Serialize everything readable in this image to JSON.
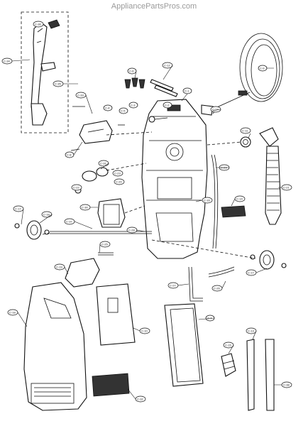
{
  "watermark": "AppliancePartsPros.com",
  "labels": {
    "c35": "C-35",
    "c34": "C-34",
    "c36": "C-36",
    "c33": "C-33",
    "c6": "C-6",
    "c12": "C-12",
    "c1": "C-1",
    "c3": "C-3",
    "c2": "C-2",
    "c4": "C-4",
    "c5": "C-5",
    "c24": "C-24",
    "c8": "C-8",
    "c11": "C-11",
    "c31": "C-31",
    "c20": "C-20",
    "c29": "C-29",
    "c21": "C-21",
    "c22": "C-22",
    "c23": "C-23",
    "c30": "C-30",
    "c16": "C-16",
    "c14": "C-14",
    "c28": "C-28",
    "c37": "C-37",
    "c17a": "C-17",
    "c18a": "C-18",
    "c9": "C-9",
    "c25": "C-25",
    "c19": "C-19",
    "c10": "C-10",
    "c27": "C-27",
    "c26": "C-26",
    "c7": "C-7",
    "c13": "C-13",
    "c32": "C-32",
    "c15": "C-15",
    "c17b": "C-17",
    "c18b": "C-18",
    "c38": "C-38"
  }
}
